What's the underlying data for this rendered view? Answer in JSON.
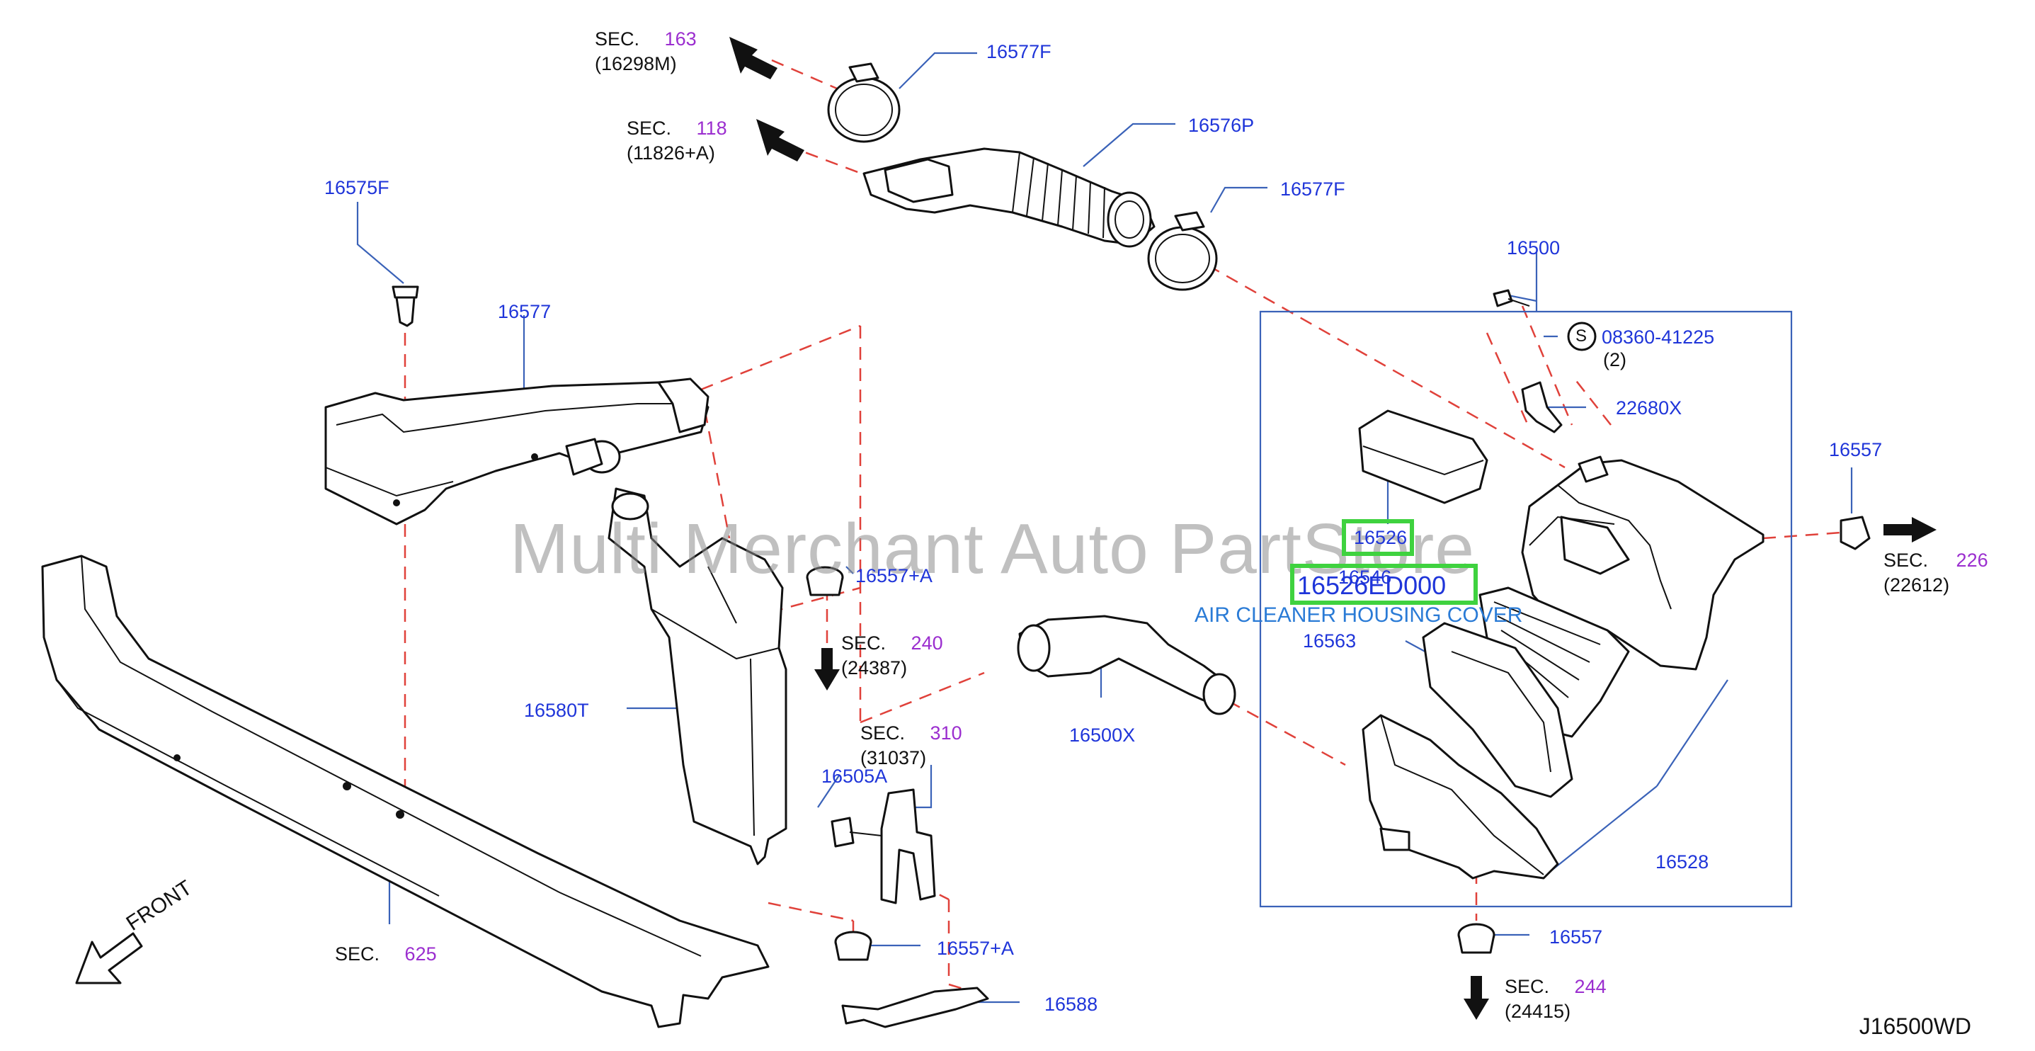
{
  "watermark": "Multi Merchant Auto PartStore",
  "diagram_code": "J16500WD",
  "front_label": "FRONT",
  "highlight": {
    "part": "16526",
    "part_number": "16526ED000",
    "description": "AIR CLEANER HOUSING COVER"
  },
  "parts": {
    "p16577F_top": "16577F",
    "p16576P": "16576P",
    "p16577F_mid": "16577F",
    "p16575F": "16575F",
    "p16577": "16577",
    "p16500": "16500",
    "p08360": "08360-41225",
    "p08360_qty": "(2)",
    "p08360_mark": "S",
    "p22680X": "22680X",
    "p16557_right": "16557",
    "p16546": "16546",
    "p16563": "16563",
    "p16528": "16528",
    "p16557_bottom": "16557",
    "p16557A_top": "16557+A",
    "p16557A_bottom": "16557+A",
    "p16580T": "16580T",
    "p16500X": "16500X",
    "p16505A": "16505A",
    "p16588": "16588"
  },
  "sections": [
    {
      "key": "sec163",
      "label": "SEC.",
      "num": "163",
      "ref": "(16298M)"
    },
    {
      "key": "sec118",
      "label": "SEC.",
      "num": "118",
      "ref": "(11826+A)"
    },
    {
      "key": "sec226",
      "label": "SEC.",
      "num": "226",
      "ref": "(22612)"
    },
    {
      "key": "sec240",
      "label": "SEC.",
      "num": "240",
      "ref": "(24387)"
    },
    {
      "key": "sec310",
      "label": "SEC.",
      "num": "310",
      "ref": "(31037)"
    },
    {
      "key": "sec625",
      "label": "SEC.",
      "num": "625",
      "ref": ""
    },
    {
      "key": "sec244",
      "label": "SEC.",
      "num": "244",
      "ref": "(24415)"
    }
  ],
  "colors": {
    "part_label": "#1f35d9",
    "section_number": "#9b2ecf",
    "leader_line": "#3a62b8",
    "dashed_line": "#e0413a",
    "highlight_box": "#3fd23f",
    "housing_cover_text": "#2a7bd6"
  }
}
